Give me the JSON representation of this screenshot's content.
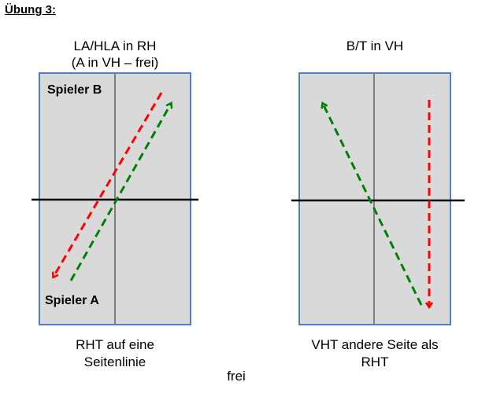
{
  "heading": "Übung 3:",
  "left_court": {
    "title_line1": "LA/HLA in RH",
    "title_line2": "(A in VH – frei)",
    "player_top": "Spieler B",
    "player_bottom": "Spieler A",
    "caption_line1": "RHT auf eine",
    "caption_line2": "Seitenlinie"
  },
  "right_court": {
    "title": "B/T in VH",
    "caption_line1": "VHT andere Seite als",
    "caption_line2": "RHT"
  },
  "footer": "frei",
  "colors": {
    "court_fill": "#d9d9d9",
    "court_border": "#4f81bd",
    "center_line": "#7f7f7f",
    "net": "#000000",
    "arrow_red": "#ff0000",
    "arrow_green": "#008000"
  }
}
